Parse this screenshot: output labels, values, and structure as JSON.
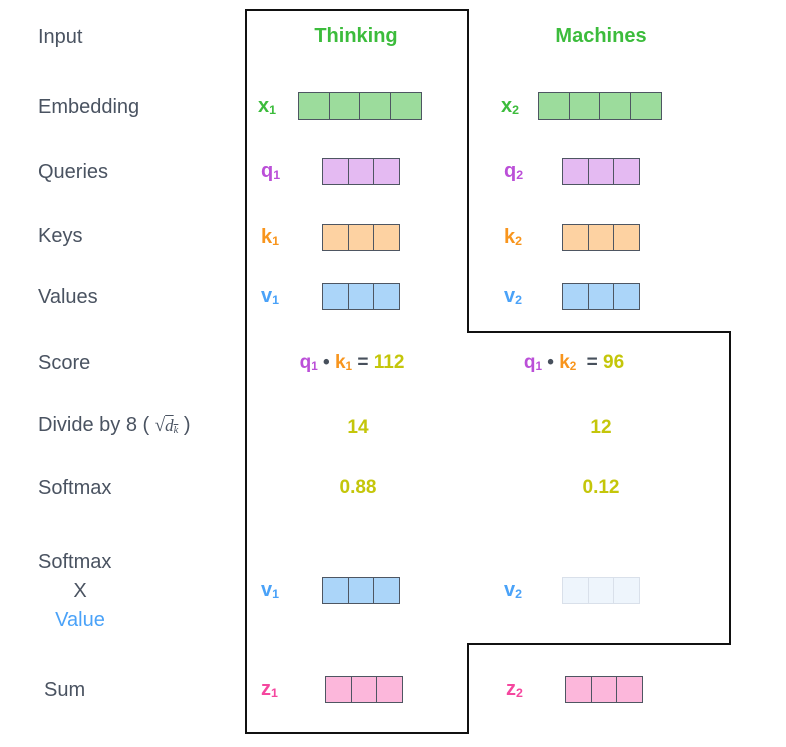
{
  "left_labels": {
    "input": "Input",
    "embedding": "Embedding",
    "queries": "Queries",
    "keys": "Keys",
    "values": "Values",
    "score": "Score",
    "divide_prefix": "Divide by 8 (",
    "divide_sqrt": "√",
    "divide_var": "d",
    "divide_var_sub": "k",
    "divide_suffix": ")",
    "softmax": "Softmax",
    "softmax_x_value_line1": "Softmax",
    "softmax_x_value_line2": "X",
    "softmax_x_value_line3": "Value",
    "sum": "Sum"
  },
  "headers": {
    "col1": "Thinking",
    "col2": "Machines"
  },
  "vectors": {
    "x1": {
      "base": "x",
      "sub": "1",
      "cells": 4
    },
    "x2": {
      "base": "x",
      "sub": "2",
      "cells": 4
    },
    "q1": {
      "base": "q",
      "sub": "1",
      "cells": 3
    },
    "q2": {
      "base": "q",
      "sub": "2",
      "cells": 3
    },
    "k1": {
      "base": "k",
      "sub": "1",
      "cells": 3
    },
    "k2": {
      "base": "k",
      "sub": "2",
      "cells": 3
    },
    "v1": {
      "base": "v",
      "sub": "1",
      "cells": 3
    },
    "v2": {
      "base": "v",
      "sub": "2",
      "cells": 3
    },
    "v1_weighted": {
      "base": "v",
      "sub": "1",
      "cells": 3
    },
    "v2_weighted": {
      "base": "v",
      "sub": "2",
      "cells": 3
    },
    "z1": {
      "base": "z",
      "sub": "1",
      "cells": 3
    },
    "z2": {
      "base": "z",
      "sub": "2",
      "cells": 3
    }
  },
  "scores": {
    "s1": {
      "q": "q",
      "q_sub": "1",
      "dot": "•",
      "k": "k",
      "k_sub": "1",
      "eq": "=",
      "value": "112"
    },
    "s2": {
      "q": "q",
      "q_sub": "1",
      "dot": "•",
      "k": "k",
      "k_sub": "2",
      "eq": "=",
      "value": "96"
    },
    "divide": {
      "col1": "14",
      "col2": "12"
    },
    "softmax": {
      "col1": "0.88",
      "col2": "0.12"
    }
  },
  "colors": {
    "text": "#4a5361",
    "green_label": "#3cbc3c",
    "green_fill": "#9cdc9c",
    "purple_label": "#bb4fd8",
    "purple_fill": "#e4baf2",
    "orange_label": "#f8951d",
    "orange_fill": "#fdd2a2",
    "blue_label": "#4aa2f8",
    "blue_fill": "#abd5f9",
    "blue_faded_fill": "#eef5fc",
    "blue_faded_border": "#d9e0ea",
    "pink_label": "#f5479f",
    "pink_fill": "#fcb7db",
    "cell_border": "#4e5662",
    "score_value": "#c4c60a",
    "eq_color": "#47505c",
    "outline": "#111111"
  }
}
